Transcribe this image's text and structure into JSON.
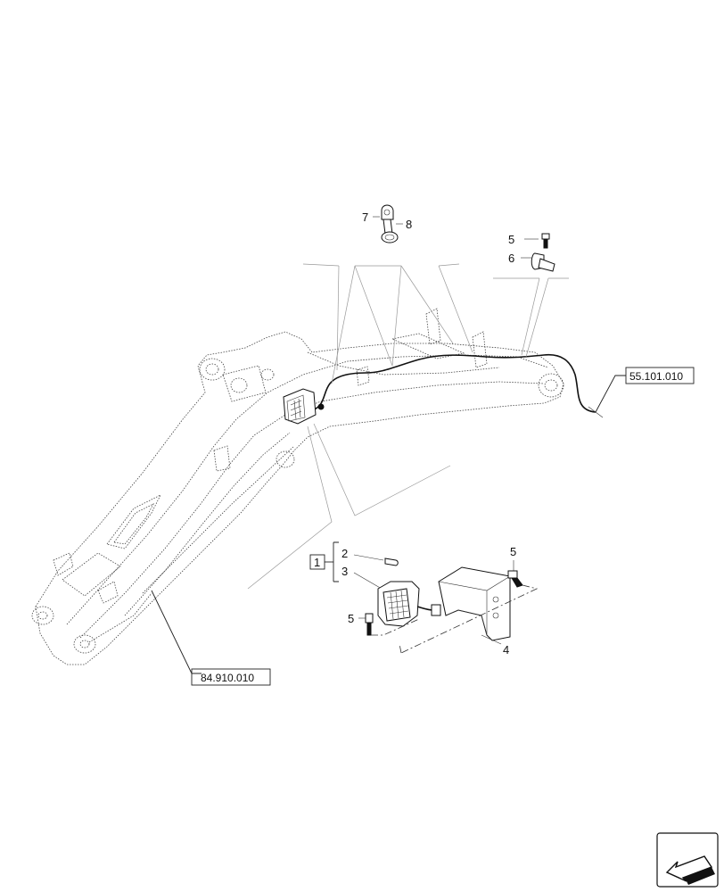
{
  "callouts": {
    "c7": "7",
    "c8": "8",
    "c5_top": "5",
    "c6": "6",
    "c1": "1",
    "c2": "2",
    "c3": "3",
    "c5_right": "5",
    "c5_left": "5",
    "c4": "4"
  },
  "references": {
    "right_ref": "55.101.010",
    "bottom_ref": "84.910.010"
  },
  "icons": {
    "nav": "arrow-nav-icon"
  }
}
